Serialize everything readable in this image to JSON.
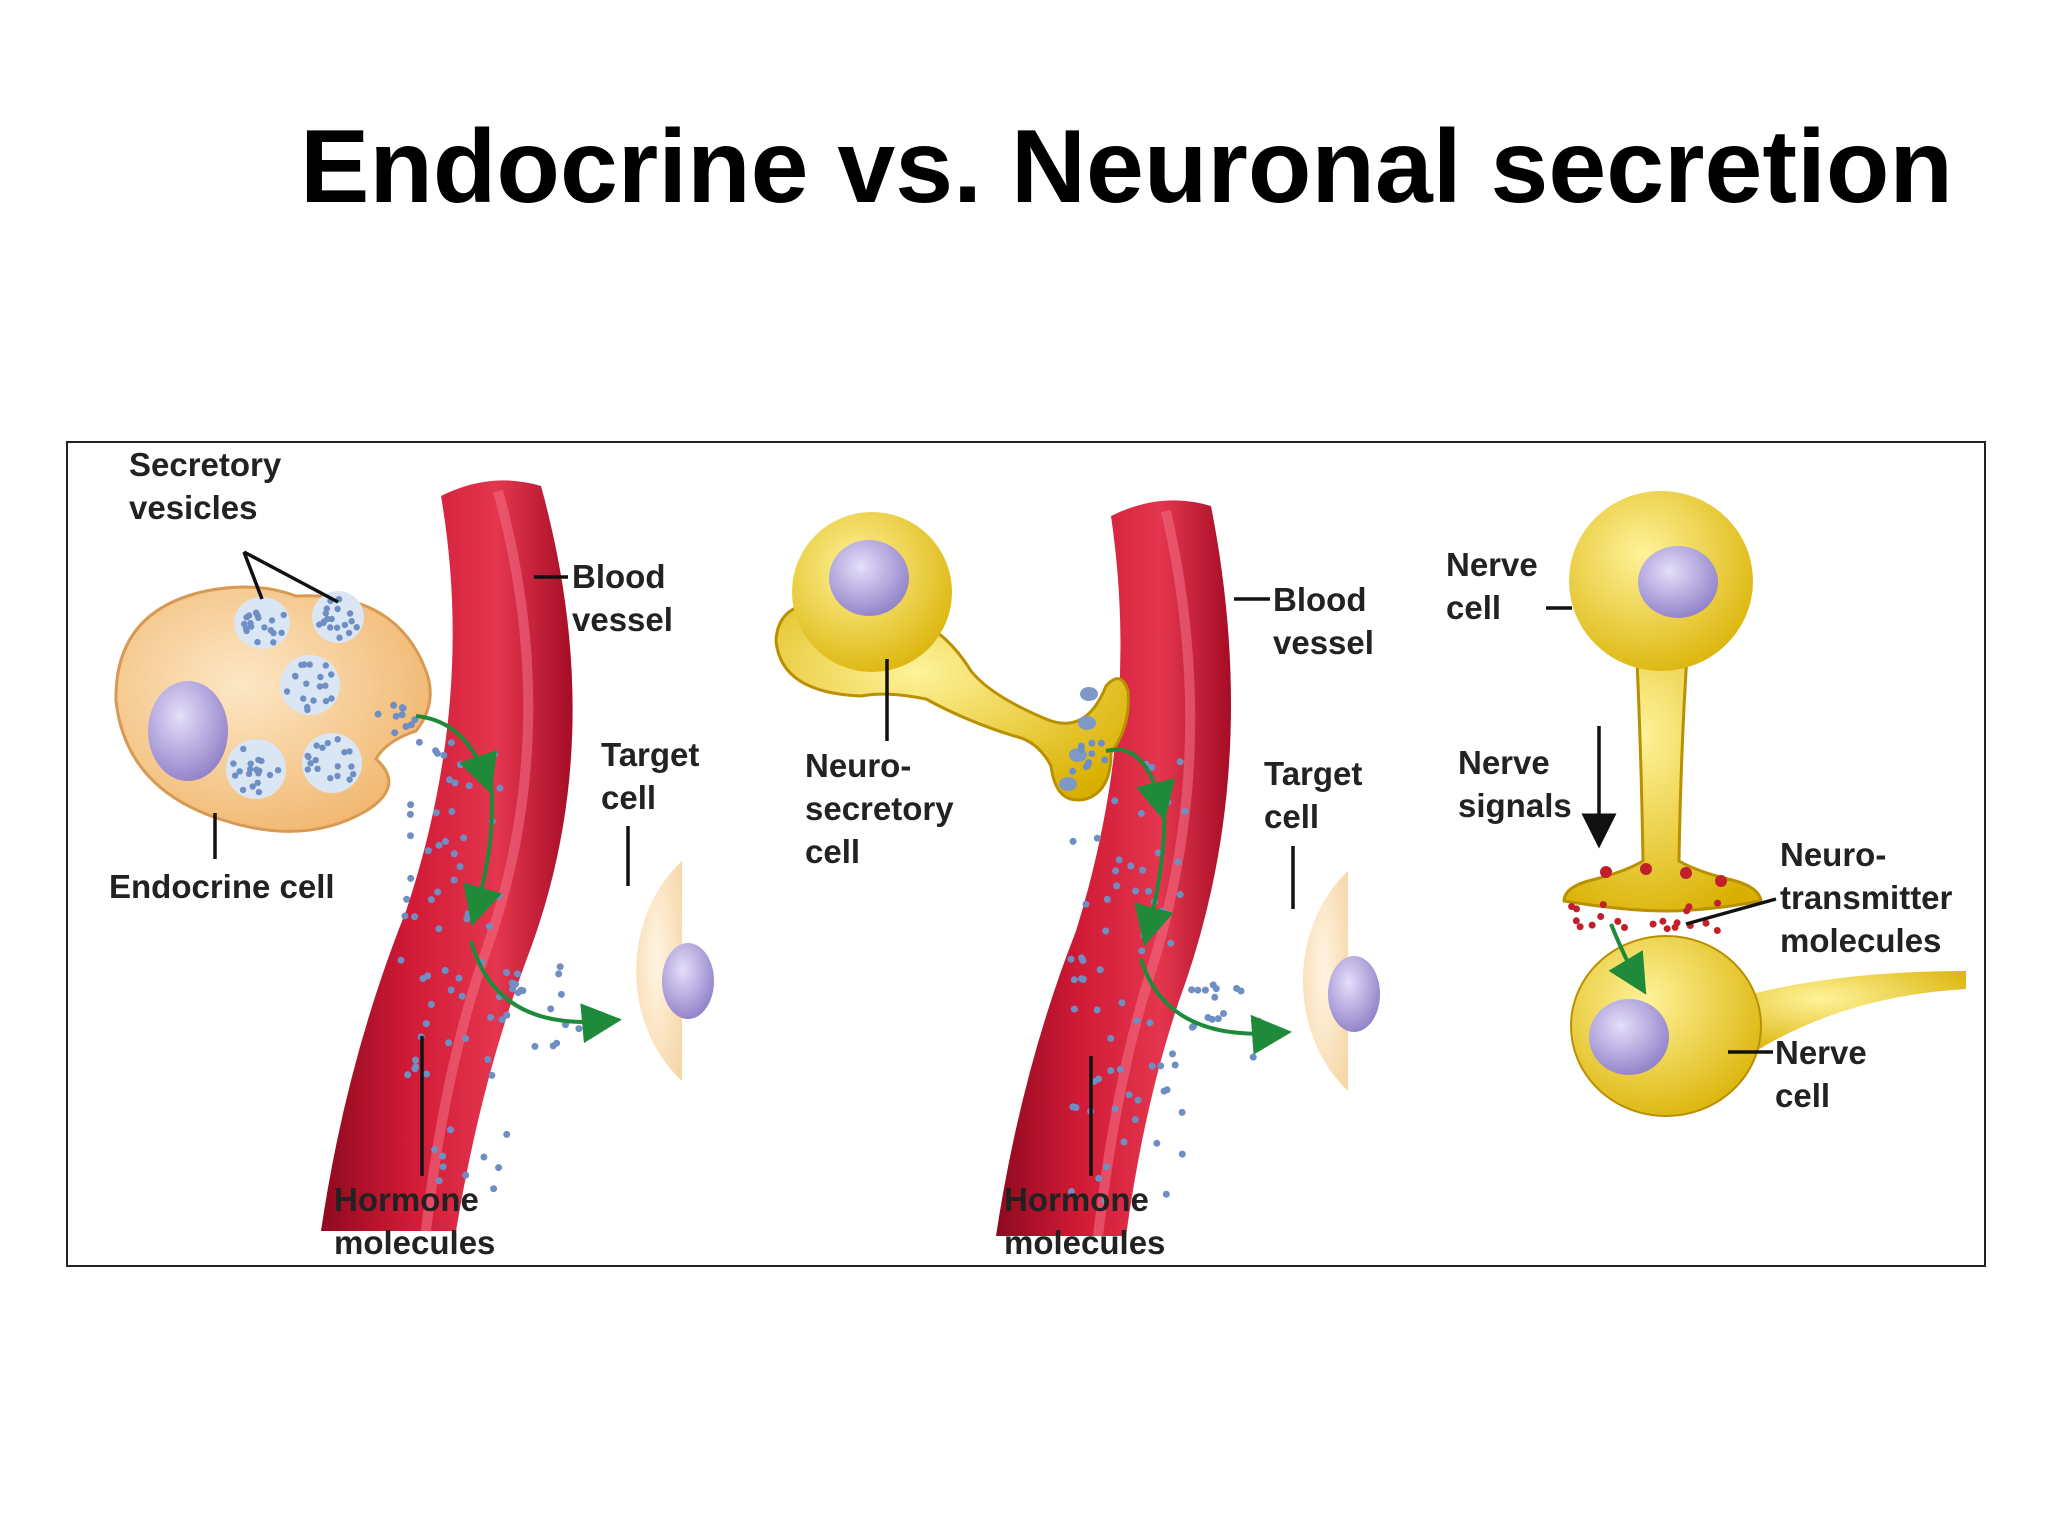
{
  "slide": {
    "title": "Endocrine vs. Neuronal secretion"
  },
  "colors": {
    "background": "#ffffff",
    "title_text": "#000000",
    "figure_border": "#222222",
    "blood_vessel": "#c8102e",
    "endocrine_cell": "#f3c98e",
    "target_cell": "#fbe3c0",
    "nerve_cell": "#e8c520",
    "nucleus": "#a99bd6",
    "hormone_dot": "#6f8fc4",
    "neurotransmitter_dot": "#c0202a",
    "flow_arrow": "#1f8a3a"
  },
  "panels": {
    "endocrine": {
      "secretory_vesicles": [
        "Secretory",
        "vesicles"
      ],
      "endocrine_cell": "Endocrine cell",
      "blood_vessel": [
        "Blood",
        "vessel"
      ],
      "target_cell": [
        "Target",
        "cell"
      ],
      "hormone_molecules": [
        "Hormone",
        "molecules"
      ]
    },
    "neuroendocrine": {
      "neurosecretory_cell": [
        "Neuro-",
        "secretory",
        "cell"
      ],
      "blood_vessel": [
        "Blood",
        "vessel"
      ],
      "target_cell": [
        "Target",
        "cell"
      ],
      "hormone_molecules": [
        "Hormone",
        "molecules"
      ]
    },
    "neuronal": {
      "nerve_cell_top": [
        "Nerve",
        "cell"
      ],
      "nerve_signals": [
        "Nerve",
        "signals"
      ],
      "neurotransmitter_molecules": [
        "Neuro-",
        "transmitter",
        "molecules"
      ],
      "nerve_cell_bottom": [
        "Nerve",
        "cell"
      ]
    }
  }
}
